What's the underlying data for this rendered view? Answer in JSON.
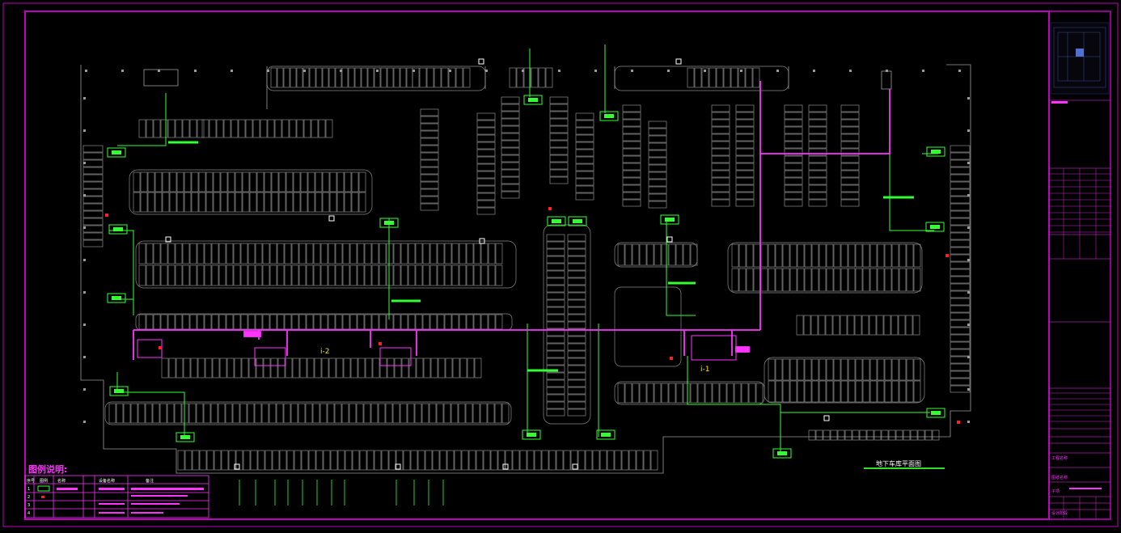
{
  "drawing": {
    "title": "地下车库平面图",
    "legend_title": "图例说明:",
    "zone_labels": [
      "i-2",
      "i-1"
    ],
    "colors": {
      "background": "#000000",
      "frame": "#c000c0",
      "structure": "#9a9a9a",
      "green": "#33ff33",
      "magenta": "#ff33ff",
      "white": "#ffffff",
      "red": "#ff2020"
    }
  },
  "legend": {
    "headers": [
      "序号",
      "图例",
      "名称",
      "",
      "设备名称",
      "备注"
    ],
    "row_numbers": [
      "1",
      "2",
      "3",
      "4"
    ]
  },
  "title_block": {
    "labels": [
      "工程名称",
      "图纸名称",
      "子项",
      "设计阶段"
    ]
  }
}
